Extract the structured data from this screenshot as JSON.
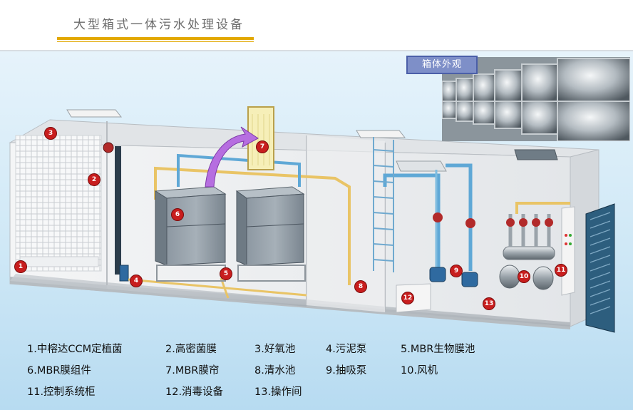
{
  "header": {
    "title": "大型箱式一体污水处理设备"
  },
  "inset": {
    "badge": "箱体外观"
  },
  "markers": [
    "1",
    "2",
    "3",
    "4",
    "5",
    "6",
    "7",
    "8",
    "9",
    "10",
    "11",
    "12",
    "13"
  ],
  "legend": [
    "1.中榕达CCM定植菌",
    "2.高密菌膜",
    "3.好氧池",
    "4.污泥泵",
    "5.MBR生物膜池",
    "6.MBR膜组件",
    "7.MBR膜帘",
    "8.清水池",
    "9.抽吸泵",
    "10.风机",
    "11.控制系统柜",
    "12.消毒设备",
    "13.操作间"
  ],
  "colors": {
    "title_rule": "#e2a800",
    "marker": "#c81e1e",
    "badge": "#7e8fc8",
    "pipe_blue": "#5fa8d6",
    "pipe_yellow": "#e9c466",
    "tank_grey": "#7f8b96",
    "door_blue": "#2d5e7e"
  }
}
